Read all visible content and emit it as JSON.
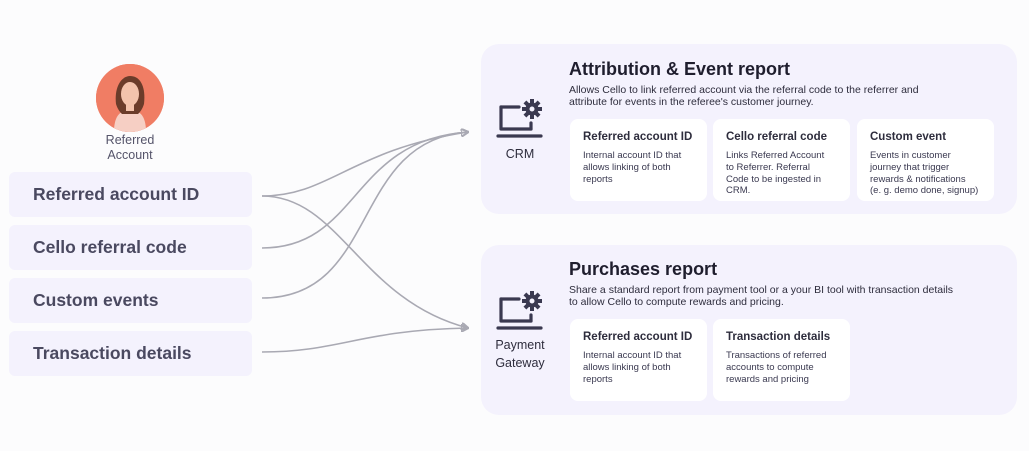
{
  "source": {
    "avatar_label_line1": "Referred",
    "avatar_label_line2": "Account",
    "avatar_icon": "person-avatar",
    "data_items": [
      "Referred account ID",
      "Cello referral code",
      "Custom events",
      "Transaction details"
    ]
  },
  "reports": [
    {
      "source_lines": [
        "CRM"
      ],
      "icon": "laptop-gear-icon",
      "title": "Attribution & Event report",
      "description_lines": [
        "Allows Cello to link referred account via the referral code to the referrer and",
        "attribute for events in the referee's customer journey."
      ],
      "cards": [
        {
          "title": "Referred account ID",
          "lines": [
            "Internal account ID that",
            "allows linking of both",
            "reports"
          ]
        },
        {
          "title": "Cello referral code",
          "lines": [
            "Links Referred Account",
            "to Referrer. Referral",
            "Code to be ingested in",
            "CRM."
          ]
        },
        {
          "title": "Custom event",
          "lines": [
            "Events in customer",
            "journey that trigger",
            "rewards & notifications",
            "(e. g. demo done, signup)"
          ]
        }
      ]
    },
    {
      "source_lines": [
        "Payment",
        "Gateway"
      ],
      "icon": "laptop-gear-icon",
      "title": "Purchases report",
      "description_lines": [
        "Share a standard report from payment tool or a your BI tool with transaction details",
        "to allow Cello to compute rewards and pricing."
      ],
      "cards": [
        {
          "title": "Referred account ID",
          "lines": [
            "Internal account ID that",
            "allows linking of both",
            "reports"
          ]
        },
        {
          "title": "Transaction details",
          "lines": [
            "Transactions of referred",
            "accounts to compute",
            "rewards and pricing"
          ]
        }
      ]
    }
  ],
  "colors": {
    "avatar_bg": "#f07d64",
    "panel_bg": "#f4f2fd",
    "card_bg": "#ffffff",
    "connector": "#a9a9b3"
  }
}
